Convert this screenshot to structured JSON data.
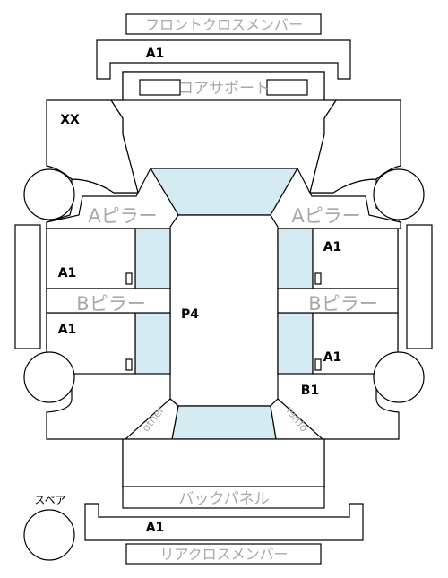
{
  "labels": {
    "front_cross_member": "フロントクロスメンバー",
    "core_support": "コアサポート",
    "a_pillar": "Aピラー",
    "b_pillar": "Bピラー",
    "back_panel": "バックパネル",
    "spare": "スペア",
    "rear_cross_member": "リアクロスメンバー",
    "other": "other"
  },
  "grades": {
    "front_cross_member": "A1",
    "front_left": "XX",
    "front_right_door": "A1",
    "front_left_door": "A1",
    "rear_left_door": "A1",
    "rear_right_door": "A1",
    "right_rear": "B1",
    "cabin": "P4",
    "rear_cross_member": "A1"
  },
  "colors": {
    "glass": "#d4ebf2",
    "label_grey": "#a8a8a8",
    "line": "#000000"
  }
}
